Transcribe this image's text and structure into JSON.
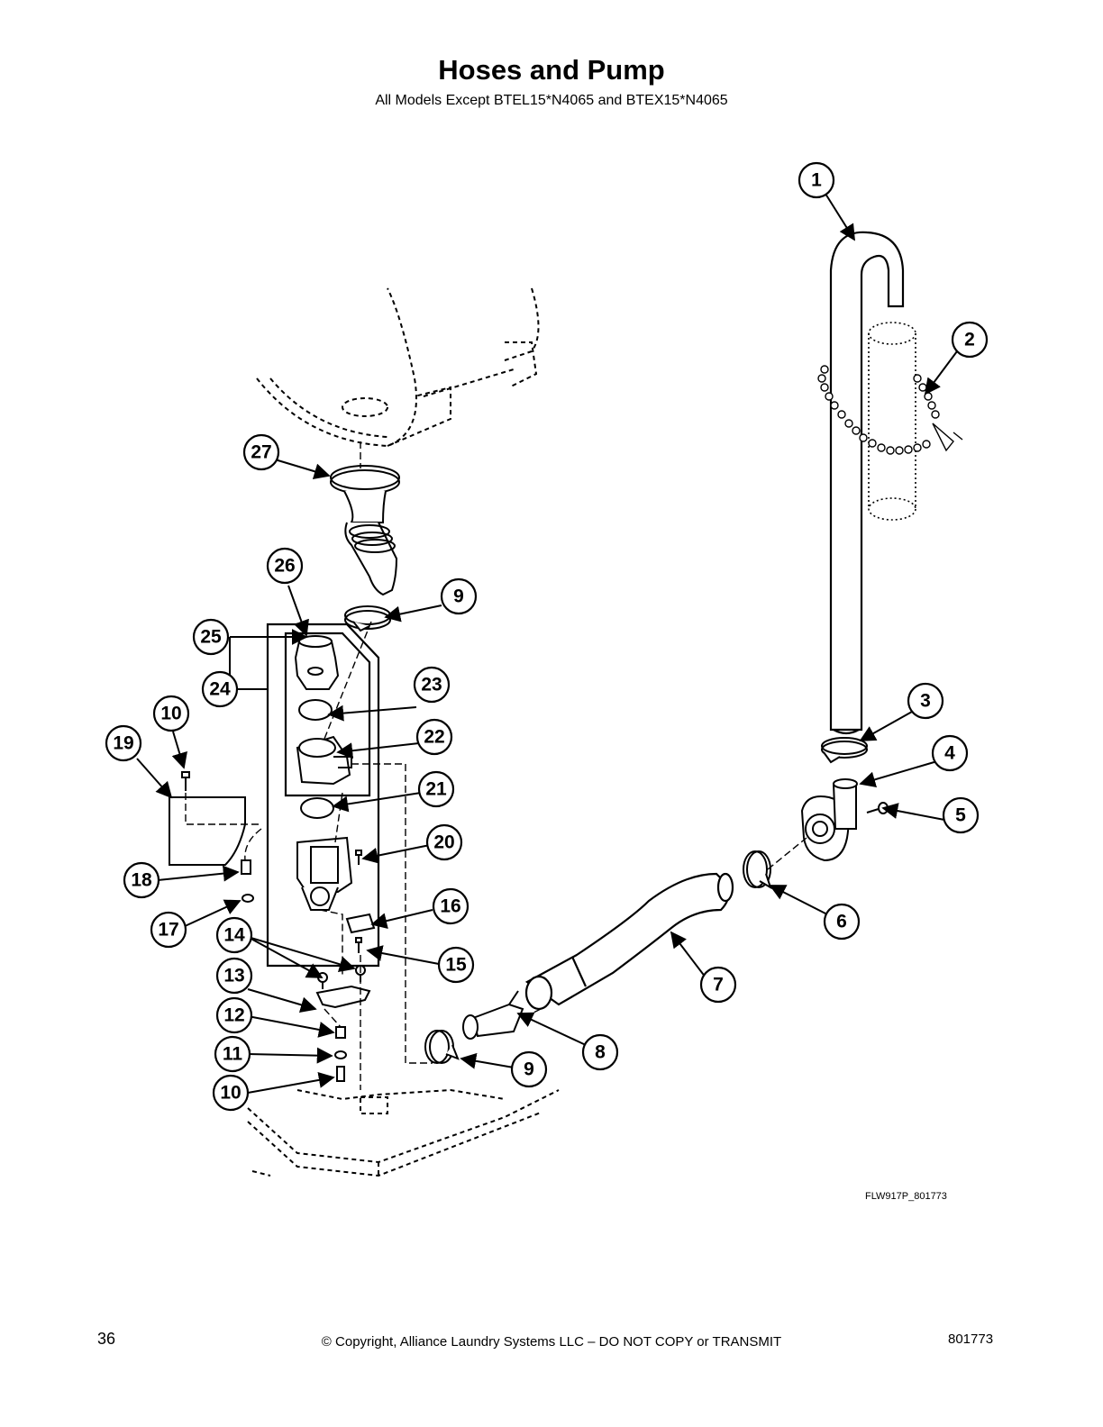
{
  "header": {
    "title": "Hoses and Pump",
    "subtitle": "All Models Except BTEL15*N4065 and BTEX15*N4065"
  },
  "callouts": [
    "1",
    "2",
    "3",
    "4",
    "5",
    "6",
    "7",
    "8",
    "9",
    "9",
    "10",
    "10",
    "11",
    "12",
    "13",
    "14",
    "15",
    "16",
    "17",
    "18",
    "19",
    "20",
    "21",
    "22",
    "23",
    "24",
    "25",
    "26",
    "27"
  ],
  "drawing_id": "FLW917P_801773",
  "footer": {
    "page_number": "36",
    "copyright": "© Copyright, Alliance Laundry Systems LLC – DO NOT COPY or TRANSMIT",
    "doc_number": "801773"
  }
}
